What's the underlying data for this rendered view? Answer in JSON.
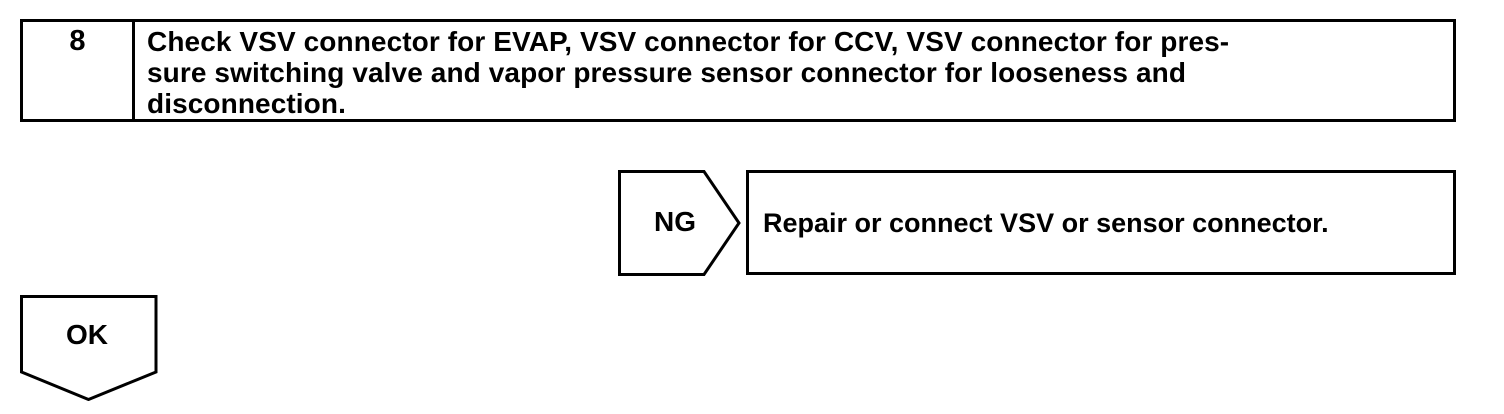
{
  "step": {
    "number": "8",
    "text": "Check VSV connector for EVAP, VSV connector for CCV, VSV connector for pressure switching valve and vapor pressure sensor connector for looseness and disconnection.",
    "text_lines": [
      "Check VSV connector for EVAP, VSV connector for CCV, VSV connector for pres-",
      "sure switching valve and vapor pressure sensor connector for looseness and",
      "disconnection."
    ]
  },
  "ng_branch": {
    "label": "NG",
    "action": "Repair or connect VSV or sensor connector."
  },
  "ok_branch": {
    "label": "OK"
  }
}
